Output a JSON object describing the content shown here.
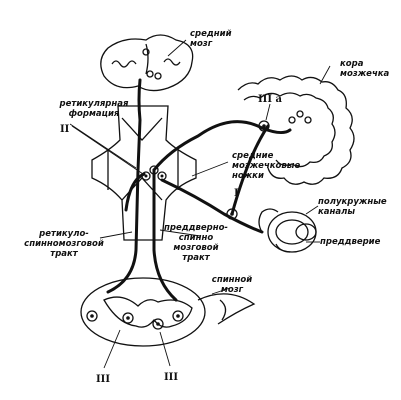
{
  "labels": {
    "midbrain": "средний\nмозг",
    "cerebellar_cortex": "кора\nмозжечка",
    "reticular_formation": "ретикулярная\nформация",
    "middle_peduncles": "средние\nмозжечковые\nножки",
    "semicircular_canals": "полукружные\nканалы",
    "vestibule": "преддверие",
    "reticulospinal_tract": "ретикуло-\nспинномозговой\nтракт",
    "vestibulospinal_tract": "преддверно-\nспинно\nмозговой\nтракт",
    "spinal_cord": "спинной\nмозг"
  },
  "neuron_numerals": {
    "n1": "I",
    "n2": "II",
    "n3a": "III a",
    "n3_left": "III",
    "n3_right": "III"
  }
}
